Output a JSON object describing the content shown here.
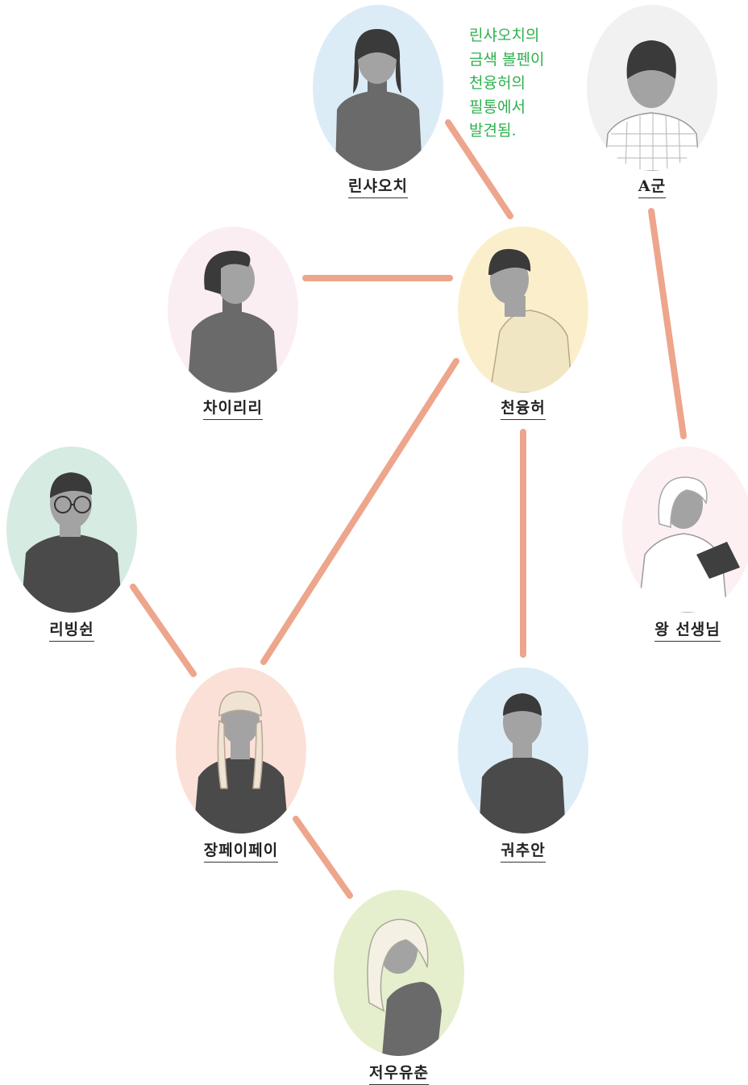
{
  "colors": {
    "edge": "#eda58c",
    "note_text": "#2db14e",
    "figure": "#6a6a6a",
    "figure_dark": "#4a4a4a"
  },
  "characters": {
    "linxiaoqi": {
      "name": "린샤오치",
      "bg": "#dcecf6"
    },
    "a_gun": {
      "name": "A군",
      "bg": "#f1f1f1"
    },
    "cailili": {
      "name": "차이리리",
      "bg": "#fbeef2"
    },
    "chenyongxu": {
      "name": "천융허",
      "bg": "#fbefcb"
    },
    "libingxin": {
      "name": "리빙쉰",
      "bg": "#d6ebe1"
    },
    "teacher_wang": {
      "name": "왕 선생님",
      "bg": "#fcf0f3"
    },
    "zhangpeipei": {
      "name": "장페이페이",
      "bg": "#fbe0d7"
    },
    "guochuan": {
      "name": "궈추안",
      "bg": "#dcedf7"
    },
    "zhouyouchun": {
      "name": "저우유춘",
      "bg": "#e6efcd"
    }
  },
  "relations": [
    {
      "from": "linxiaoqi",
      "to": "chenyongxu"
    },
    {
      "from": "cailili",
      "to": "chenyongxu"
    },
    {
      "from": "a_gun",
      "to": "teacher_wang"
    },
    {
      "from": "chenyongxu",
      "to": "zhangpeipei"
    },
    {
      "from": "chenyongxu",
      "to": "guochuan"
    },
    {
      "from": "libingxin",
      "to": "zhangpeipei"
    },
    {
      "from": "zhangpeipei",
      "to": "zhouyouchun"
    }
  ],
  "annotation": {
    "lines": [
      "린샤오치의",
      "금색 볼펜이",
      "천융허의",
      "필통에서",
      "발견됨."
    ]
  }
}
